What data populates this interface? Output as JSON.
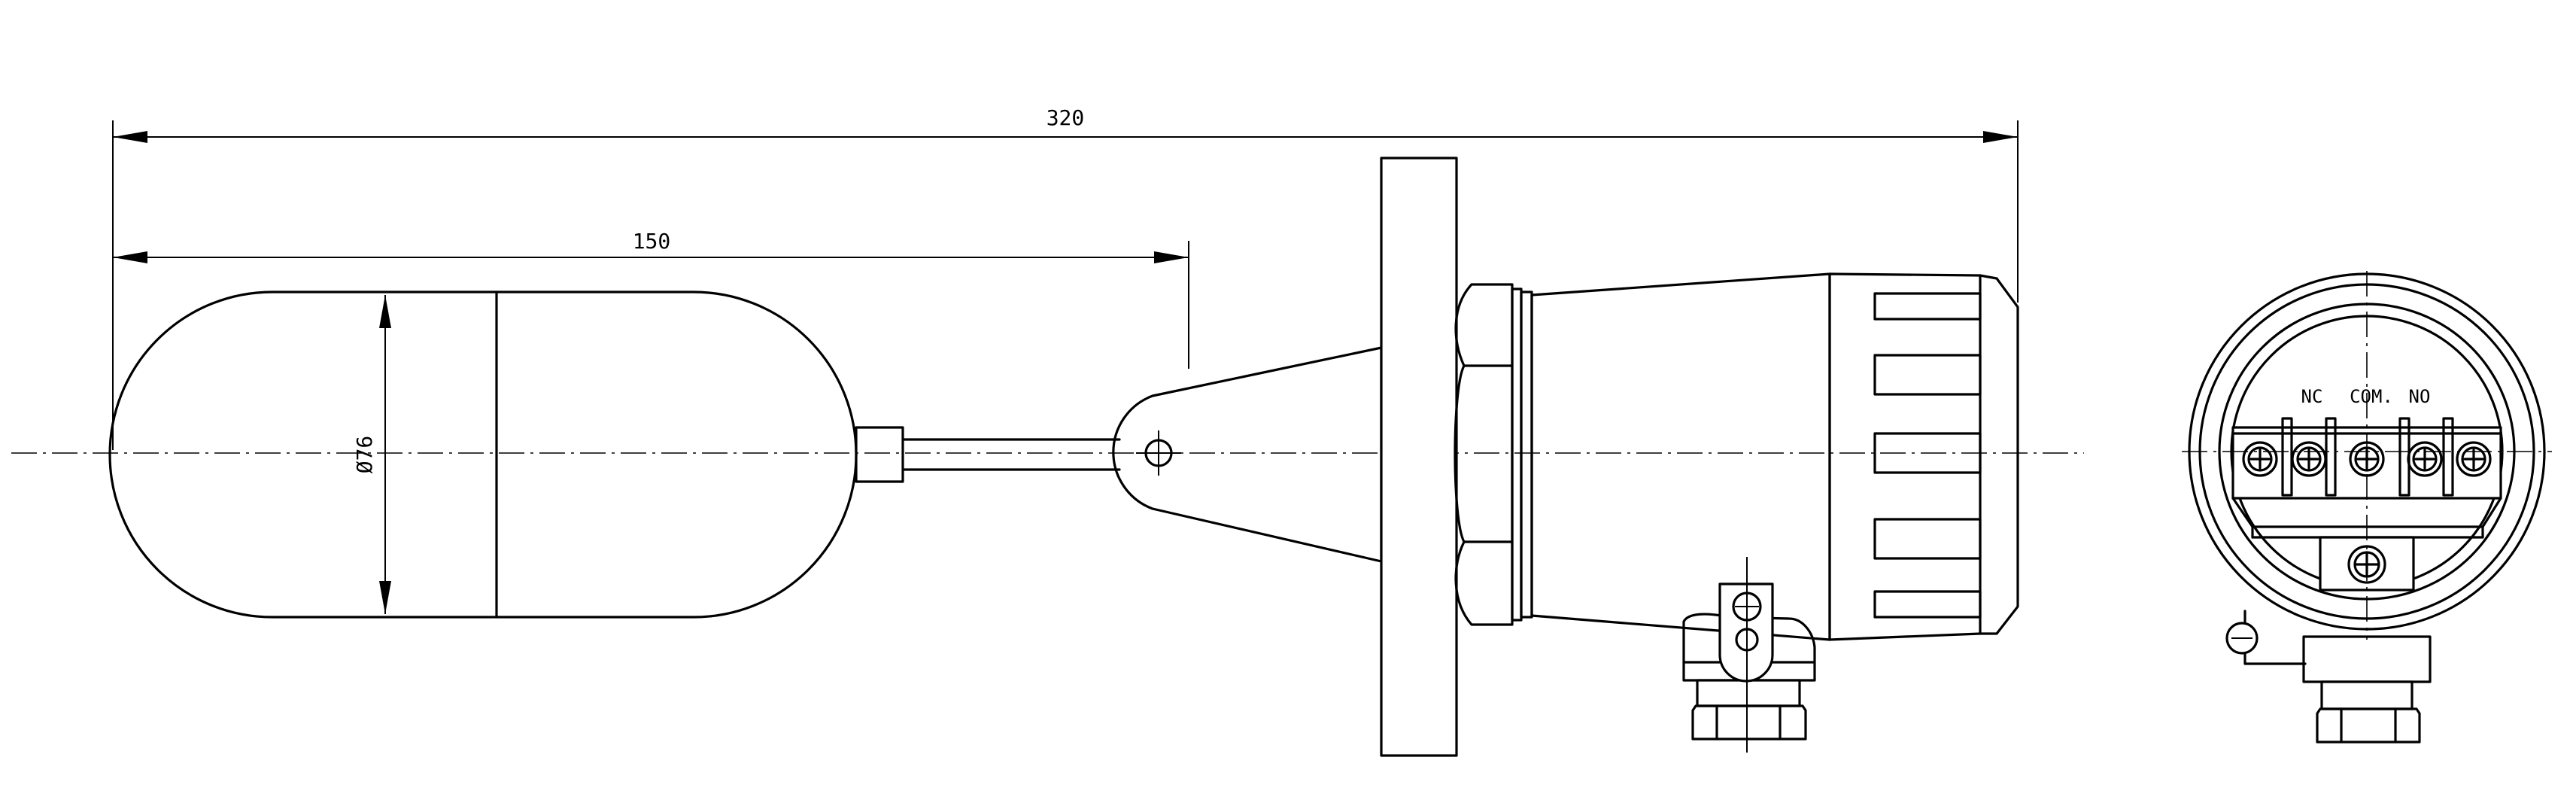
{
  "dimensions": {
    "overall_length": "320",
    "arm_length": "150",
    "float_diameter": "Ø76"
  },
  "terminal_labels": {
    "nc": "NC",
    "com": "COM.",
    "no": "NO"
  }
}
